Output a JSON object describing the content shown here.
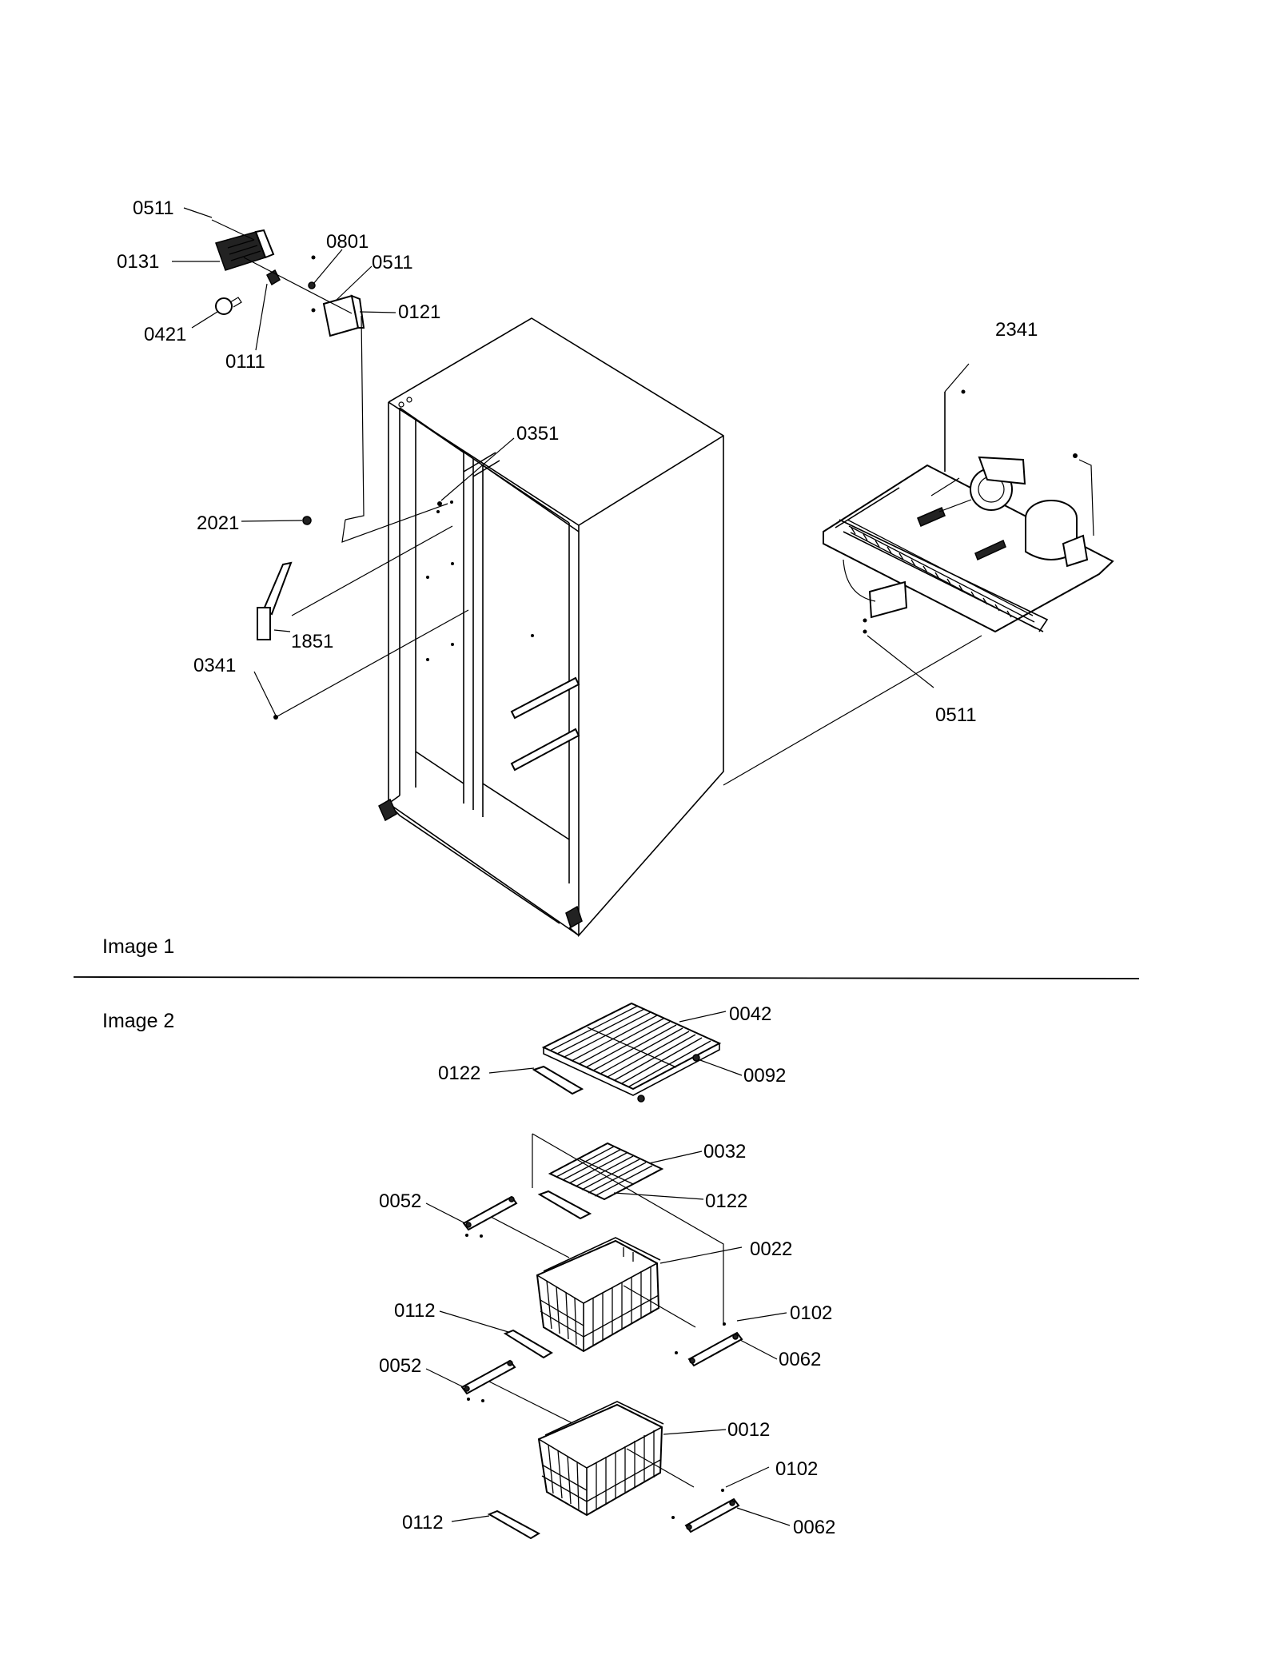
{
  "sections": {
    "image1": "Image 1",
    "image2": "Image 2"
  },
  "image1_labels": {
    "l0511_a": "0511",
    "l0131": "0131",
    "l0801": "0801",
    "l0511_b": "0511",
    "l0121": "0121",
    "l0421": "0421",
    "l0111": "0111",
    "l2341": "2341",
    "l0351": "0351",
    "l2021": "2021",
    "l1851": "1851",
    "l0341": "0341",
    "l0511_c": "0511"
  },
  "image2_labels": {
    "l0042": "0042",
    "l0122_a": "0122",
    "l0092": "0092",
    "l0032": "0032",
    "l0052_a": "0052",
    "l0122_b": "0122",
    "l0022": "0022",
    "l0112_a": "0112",
    "l0102_a": "0102",
    "l0062_a": "0062",
    "l0052_b": "0052",
    "l0012": "0012",
    "l0102_b": "0102",
    "l0112_b": "0112",
    "l0062_b": "0062"
  }
}
